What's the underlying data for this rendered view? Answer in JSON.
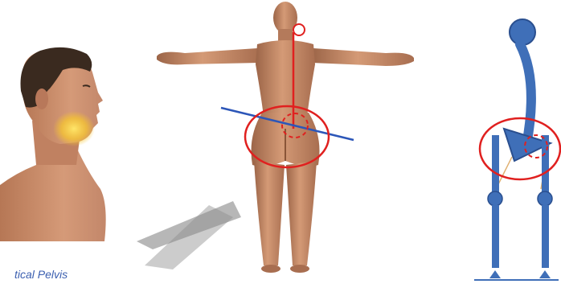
{
  "caption": {
    "text": "tical  Pelvis"
  },
  "colors": {
    "skin": "#c98e6c",
    "skin_shadow": "#9c6548",
    "hair": "#3a2a1f",
    "pain_glow": "#f6d23a",
    "marker_red": "#e0201f",
    "axis_blue": "#2c56b8",
    "skeleton_blue": "#3f6fb8",
    "skeleton_outline": "#2a4f8f",
    "floor_shadow": "#7c7c7c"
  },
  "icons": {
    "head": "human-head-profile",
    "body": "human-body-back-view",
    "skeleton": "stick-skeleton-diagram"
  }
}
